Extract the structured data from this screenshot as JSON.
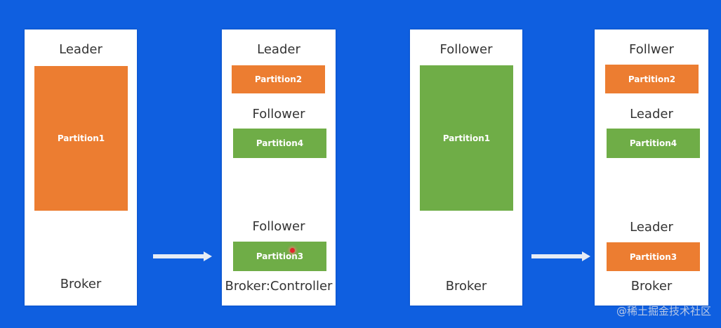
{
  "colors": {
    "background": "#0f5fe0",
    "leader_partition": "#ec7d31",
    "follower_partition": "#6fad47"
  },
  "brokers": [
    {
      "items": [
        {
          "role": "Leader",
          "partition": "Partition1"
        }
      ],
      "footer": "Broker"
    },
    {
      "items": [
        {
          "role": "Leader",
          "partition": "Partition2"
        },
        {
          "role": "Follower",
          "partition": "Partition4"
        },
        {
          "role": "Follower",
          "partition": "Partition3"
        }
      ],
      "footer": "Broker:Controller"
    },
    {
      "items": [
        {
          "role": "Follower",
          "partition": "Partition1"
        }
      ],
      "footer": "Broker"
    },
    {
      "items": [
        {
          "role": "Follwer",
          "partition": "Partition2"
        },
        {
          "role": "Leader",
          "partition": "Partition4"
        },
        {
          "role": "Leader",
          "partition": "Partition3"
        }
      ],
      "footer": "Broker"
    }
  ],
  "watermark": "@稀土掘金技术社区"
}
